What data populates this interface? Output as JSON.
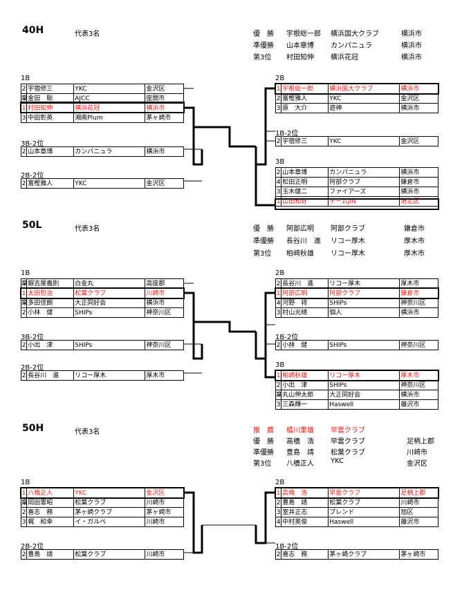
{
  "sections": [
    {
      "title": "40H",
      "rep": "代表3名",
      "winners": [
        {
          "label": "優　勝",
          "name": "宇根総一郎",
          "club": "横浜国大クラブ",
          "city": "横浜市",
          "red": false
        },
        {
          "label": "準優勝",
          "name": "山本章博",
          "club": "カンパニュラ",
          "city": "横浜市",
          "red": false
        },
        {
          "label": "第3位",
          "name": "村田知伸",
          "club": "横浜花冠",
          "city": "横浜市",
          "red": false
        }
      ],
      "groups": [
        {
          "label": "1B",
          "rows": [
            {
              "seed": "2",
              "name": "宇宿修三",
              "club": "YKC",
              "city": "金沢区",
              "red": false
            },
            {
              "seed": "棄",
              "name": "金田　聡",
              "club": "AJCC",
              "city": "座間市",
              "red": false
            },
            {
              "seed": "1",
              "name": "村田知伸",
              "club": "横浜花冠",
              "city": "横浜市",
              "red": true
            },
            {
              "seed": "3",
              "name": "中田彰英",
              "club": "湘南Plum",
              "city": "茅ヶ崎市",
              "red": false
            }
          ]
        },
        {
          "label": "3B-2位",
          "rows": [
            {
              "seed": "2",
              "name": "山本章博",
              "club": "カンパニュラ",
              "city": "横浜市",
              "red": false
            }
          ]
        },
        {
          "label": "2B-2位",
          "rows": [
            {
              "seed": "2",
              "name": "富樫雅人",
              "club": "YKC",
              "city": "金沢区",
              "red": false
            }
          ]
        },
        {
          "label": "2B",
          "rows": [
            {
              "seed": "1",
              "name": "宇根総一郎",
              "club": "横浜国大クラブ",
              "city": "横浜市",
              "red": true
            },
            {
              "seed": "2",
              "name": "富樫雅人",
              "club": "YKC",
              "city": "金沢区",
              "red": false
            },
            {
              "seed": "3",
              "name": "原　大介",
              "club": "遊神",
              "city": "横浜市",
              "red": false
            }
          ]
        },
        {
          "label": "1B-2位",
          "rows": [
            {
              "seed": "2",
              "name": "宇宿修三",
              "club": "YKC",
              "city": "金沢区",
              "red": false
            }
          ]
        },
        {
          "label": "3B",
          "rows": [
            {
              "seed": "2",
              "name": "山本章博",
              "club": "カンパニュラ",
              "city": "横浜市",
              "red": false
            },
            {
              "seed": "4",
              "name": "松田正明",
              "club": "阿部クラブ",
              "city": "鎌倉市",
              "red": false
            },
            {
              "seed": "3",
              "name": "玉木健二",
              "club": "ファイアーズ",
              "city": "横浜市",
              "red": false
            },
            {
              "seed": "1",
              "name": "山田和好",
              "club": "チームJIN",
              "city": "港北区",
              "red": true
            }
          ]
        }
      ]
    },
    {
      "title": "50L",
      "rep": "代表3名",
      "winners": [
        {
          "label": "優　勝",
          "name": "阿部広明",
          "club": "阿部クラブ",
          "city": "鎌倉市",
          "red": false
        },
        {
          "label": "準優勝",
          "name": "長谷川　進",
          "club": "リコー厚木",
          "city": "厚木市",
          "red": false
        },
        {
          "label": "第3位",
          "name": "柏崎秋雄",
          "club": "リコー厚木",
          "city": "厚木市",
          "red": false
        }
      ],
      "groups": [
        {
          "label": "1B",
          "rows": [
            {
              "seed": "棄",
              "name": "銀吉屋義則",
              "club": "白金丸",
              "city": "高座郡",
              "red": false
            },
            {
              "seed": "1",
              "name": "太田哲治",
              "club": "松葉クラブ",
              "city": "川崎市",
              "red": true
            },
            {
              "seed": "棄",
              "name": "多田佳朗",
              "club": "大正同好会",
              "city": "横浜市",
              "red": false
            },
            {
              "seed": "2",
              "name": "小林　健",
              "club": "SHIPs",
              "city": "神奈川区",
              "red": false
            }
          ]
        },
        {
          "label": "3B-2位",
          "rows": [
            {
              "seed": "2",
              "name": "小出　津",
              "club": "SHIPs",
              "city": "神奈川区",
              "red": false
            }
          ]
        },
        {
          "label": "2B-2位",
          "rows": [
            {
              "seed": "2",
              "name": "長谷川　進",
              "club": "リコー厚木",
              "city": "厚木市",
              "red": false
            }
          ]
        },
        {
          "label": "2B",
          "rows": [
            {
              "seed": "2",
              "name": "長谷川　進",
              "club": "リコー厚木",
              "city": "厚木市",
              "red": false
            },
            {
              "seed": "1",
              "name": "阿部広明",
              "club": "阿部クラブ",
              "city": "鎌倉市",
              "red": true
            },
            {
              "seed": "4",
              "name": "河野　将",
              "club": "SHIPs",
              "city": "神奈川区",
              "red": false
            },
            {
              "seed": "3",
              "name": "村山光晴",
              "club": "個人",
              "city": "横浜市",
              "red": false
            }
          ]
        },
        {
          "label": "1B-2位",
          "rows": [
            {
              "seed": "2",
              "name": "小林　健",
              "club": "SHIPs",
              "city": "神奈川区",
              "red": false
            }
          ]
        },
        {
          "label": "3B",
          "rows": [
            {
              "seed": "1",
              "name": "柏崎秋雄",
              "club": "リコー厚木",
              "city": "厚木市",
              "red": true
            },
            {
              "seed": "2",
              "name": "小出　津",
              "club": "SHIPs",
              "city": "神奈川区",
              "red": false
            },
            {
              "seed": "棄",
              "name": "丸山伸太郎",
              "club": "大正同好会",
              "city": "横浜市",
              "red": false
            },
            {
              "seed": "3",
              "name": "三森輝一",
              "club": "Haswell",
              "city": "藤沢市",
              "red": false
            }
          ]
        }
      ]
    },
    {
      "title": "50H",
      "rep": "代表3名",
      "winners": [
        {
          "label": "推　薦",
          "name": "橘川重雄",
          "club": "早雲クラブ",
          "city": "",
          "red": true
        },
        {
          "label": "優　勝",
          "name": "高橋　浩",
          "club": "早雲クラブ",
          "city": "足柄上郡",
          "red": false
        },
        {
          "label": "準優勝",
          "name": "豊島　靖",
          "club": "松葉クラブ",
          "city": "川崎市",
          "red": false
        },
        {
          "label": "第3位",
          "name": "八橋正人",
          "club": "YKC",
          "city": "金沢区",
          "red": false
        }
      ],
      "groups": [
        {
          "label": "1B",
          "rows": [
            {
              "seed": "1",
              "name": "八橋正人",
              "club": "YKC",
              "city": "金沢区",
              "red": true
            },
            {
              "seed": "棄",
              "name": "岡田憲昭",
              "club": "松葉クラブ",
              "city": "川崎市",
              "red": false
            },
            {
              "seed": "2",
              "name": "喜志　務",
              "club": "茅ヶ崎クラブ",
              "city": "茅ヶ崎市",
              "red": false
            },
            {
              "seed": "3",
              "name": "梶　和幸",
              "club": "イ・ガルペ",
              "city": "川崎市",
              "red": false
            }
          ]
        },
        {
          "label": "2B-2位",
          "rows": [
            {
              "seed": "2",
              "name": "豊島　靖",
              "club": "松葉クラブ",
              "city": "川崎市",
              "red": false
            }
          ]
        },
        {
          "label": "2B",
          "rows": [
            {
              "seed": "1",
              "name": "高橋　浩",
              "club": "早雲クラブ",
              "city": "足柄上郡",
              "red": true
            },
            {
              "seed": "2",
              "name": "豊島　靖",
              "club": "松葉クラブ",
              "city": "川崎市",
              "red": false
            },
            {
              "seed": "3",
              "name": "室井正志",
              "club": "ブレンド",
              "city": "旭区",
              "red": false
            },
            {
              "seed": "4",
              "name": "中村英俊",
              "club": "Haswell",
              "city": "藤沢市",
              "red": false
            }
          ]
        },
        {
          "label": "1B-2位",
          "rows": [
            {
              "seed": "2",
              "name": "喜志　務",
              "club": "茅ヶ崎クラブ",
              "city": "茅ヶ崎市",
              "red": false
            }
          ]
        }
      ]
    }
  ]
}
